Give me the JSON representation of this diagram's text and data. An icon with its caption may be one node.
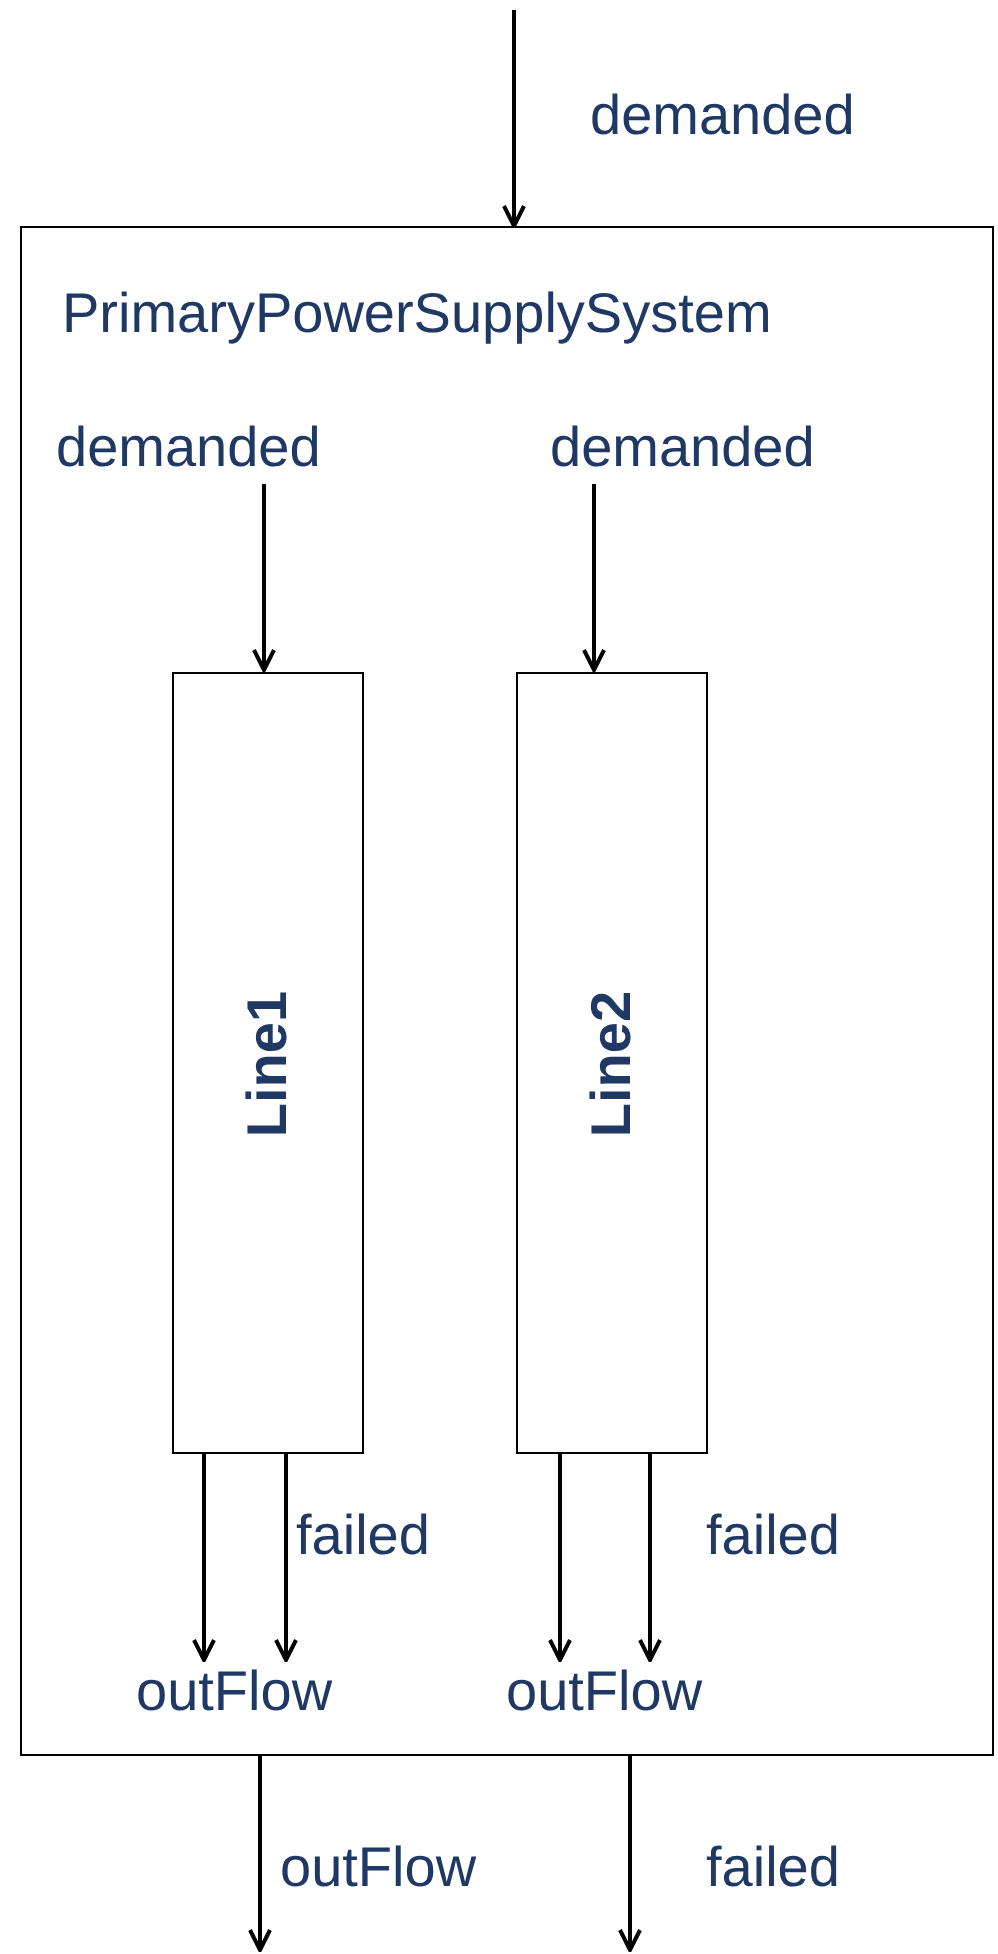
{
  "diagram": {
    "nodes": [
      {
        "text": [
          "PrimaryPowerSupplySystem"
        ]
      },
      {
        "text": [
          "Line1"
        ],
        "in": 0
      },
      {
        "text": [
          "Line2"
        ],
        "in": 0
      }
    ],
    "edges": [
      {
        "from": null,
        "to": 0,
        "arrow": "to",
        "label": "demanded"
      },
      {
        "from": null,
        "to": 1,
        "arrow": "to",
        "label": "demanded"
      },
      {
        "from": null,
        "to": 2,
        "arrow": "to",
        "label": "demanded"
      },
      {
        "from": 1,
        "to": null,
        "arrow": "to",
        "label": "outFlow"
      },
      {
        "from": 1,
        "to": null,
        "arrow": "to",
        "label": "failed"
      },
      {
        "from": 2,
        "to": null,
        "arrow": "to",
        "label": "outFlow"
      },
      {
        "from": 2,
        "to": null,
        "arrow": "to",
        "label": "failed"
      },
      {
        "from": 0,
        "to": null,
        "arrow": "to",
        "label": "outFlow"
      },
      {
        "from": 0,
        "to": null,
        "arrow": "to",
        "label": "failed"
      }
    ]
  }
}
